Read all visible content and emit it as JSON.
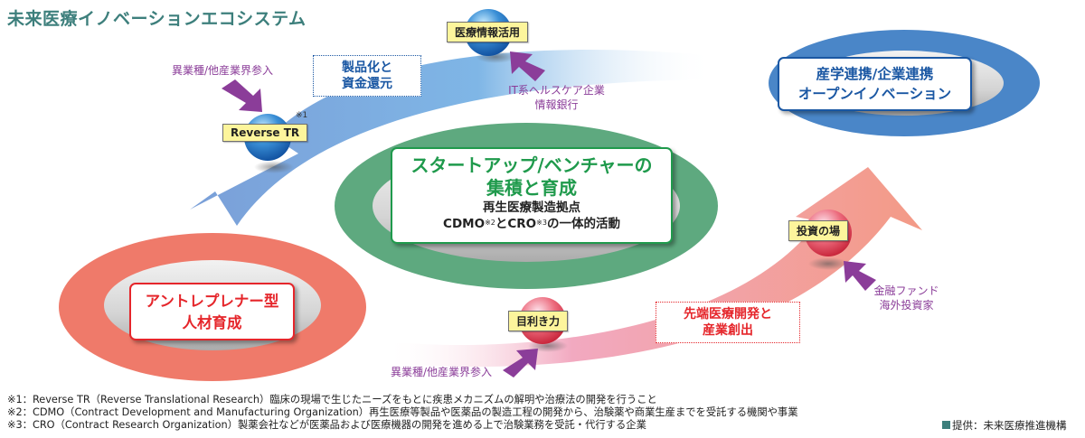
{
  "title": "未来医療イノベーションエコシステム",
  "colors": {
    "title": "#3d7f7c",
    "blue_ring": "#4a86c8",
    "green_ring": "#5ea97f",
    "red_ring": "#ef7a6a",
    "blue_text": "#1a57a3",
    "green_text": "#1f9a4c",
    "red_text": "#e5262b",
    "purple": "#8b3d99",
    "tag_fill": "#fdf59c"
  },
  "hubs": {
    "industry": {
      "line1": "産学連携/企業連携",
      "line2": "オープンイノベーション"
    },
    "startup": {
      "line1": "スタートアップ/ベンチャーの",
      "line2": "集積と育成",
      "line3": "再生医療製造拠点",
      "line4_a": "CDMO",
      "sup2": "※2",
      "line4_b": "とCRO",
      "sup3": "※3",
      "line4_c": "の一体的活動"
    },
    "entrepreneur": {
      "line1": "アントレプレナー型",
      "line2": "人材育成"
    }
  },
  "tags": {
    "medical_info": "医療情報活用",
    "reverse_tr": "Reverse TR",
    "reverse_tr_note": "※1",
    "evaluation": "目利き力",
    "investment": "投資の場"
  },
  "boxes": {
    "commercialization": {
      "line1": "製品化と",
      "line2": "資金還元"
    },
    "advanced": {
      "line1": "先端医療開発と",
      "line2": "産業創出"
    }
  },
  "inputs": {
    "other_industry_top": "異業種/他産業界参入",
    "it_healthcare": {
      "line1": "IT系ヘルスケア企業",
      "line2": "情報銀行"
    },
    "other_industry_bottom": "異業種/他産業界参入",
    "finance": {
      "line1": "金融ファンド",
      "line2": "海外投資家"
    }
  },
  "notes": [
    "※1：Reverse TR（Reverse Translational Research）臨床の現場で生じたニーズをもとに疾患メカニズムの解明や治療法の開発を行うこと",
    "※2：CDMO（Contract Development and Manufacturing Organization）再生医療等製品や医薬品の製造工程の開発から、治験薬や商業生産までを受託する機関や事業",
    "※3：CRO（Contract Research Organization）製薬会社などが医薬品および医療機器の開発を進める上で治験業務を受託・代行する企業"
  ],
  "credit": "提供：未来医療推進機構"
}
